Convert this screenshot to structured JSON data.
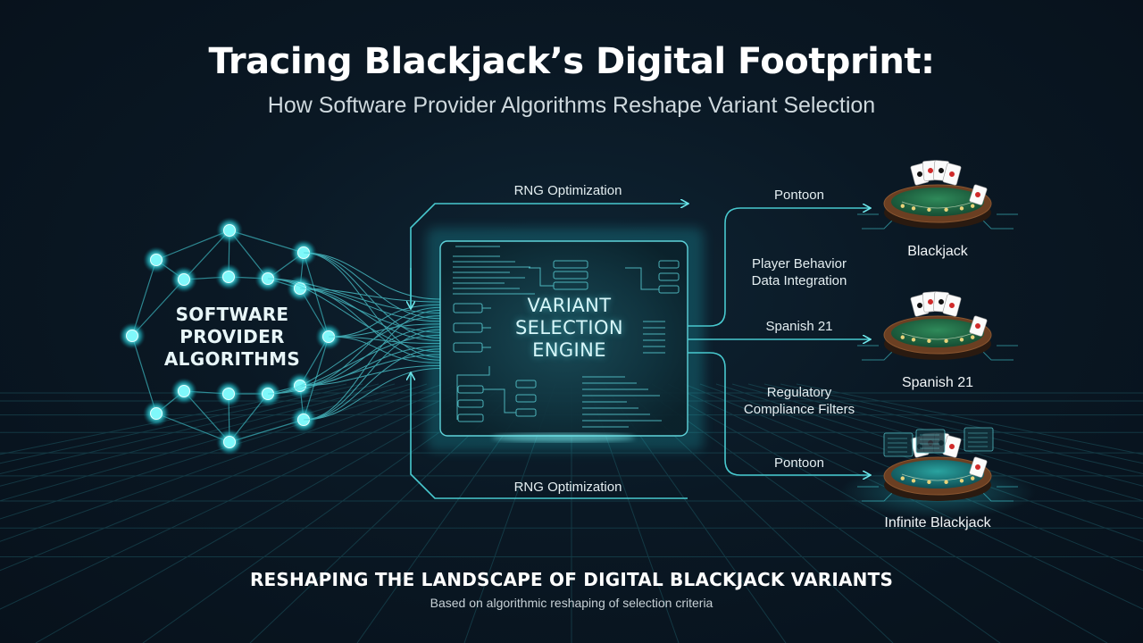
{
  "header": {
    "title": "Tracing Blackjack’s Digital Footprint:",
    "subtitle": "How Software Provider Algorithms Reshape Variant Selection"
  },
  "diagram": {
    "source_node": {
      "label_lines": [
        "SOFTWARE",
        "PROVIDER",
        "ALGORITHMS"
      ]
    },
    "engine": {
      "label_lines": [
        "VARIANT",
        "SELECTION",
        "ENGINE"
      ]
    },
    "flows": {
      "top_loop": "RNG Optimization",
      "bottom_loop": "RNG Optimization",
      "player_behavior": [
        "Player Behavior",
        "Data Integration"
      ],
      "regulatory": [
        "Regulatory",
        "Compliance Filters"
      ]
    },
    "branches": [
      {
        "arrow_label": "Pontoon",
        "table_label": "Blackjack"
      },
      {
        "arrow_label": "Spanish 21",
        "table_label": "Spanish 21"
      },
      {
        "arrow_label": "Pontoon",
        "table_label": "Infinite Blackjack"
      }
    ]
  },
  "footer": {
    "heading": "RESHAPING THE LANDSCAPE OF DIGITAL BLACKJACK VARIANTS",
    "note": "Based on algorithmic reshaping of selection criteria"
  },
  "colors": {
    "background": "#0a1824",
    "accent_cyan": "#4fe3e8",
    "line_teal": "#3fbfc4",
    "felt_green": "#1f6b45",
    "table_rim": "#6b3f22"
  },
  "icons": [
    "network-node-icon",
    "circuit-panel-icon",
    "arrow-right-icon",
    "card-table-icon",
    "playing-card-icon"
  ]
}
